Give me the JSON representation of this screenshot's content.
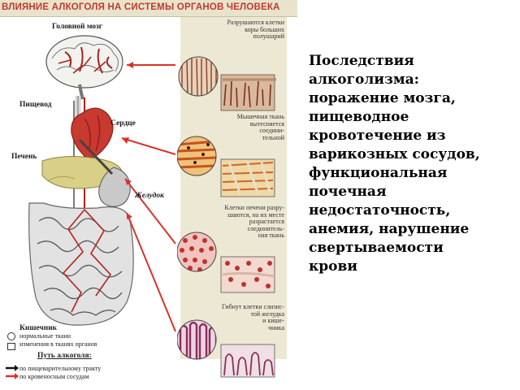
{
  "poster": {
    "title": "ВЛИЯНИЕ АЛКОГОЛЯ НА СИСТЕМЫ ОРГАНОВ ЧЕЛОВЕКА",
    "organs": {
      "brain": "Головной мозг",
      "esophagus": "Пищевод",
      "heart": "Сердце",
      "liver": "Печень",
      "stomach": "Желудок",
      "intestine": "Кишечник"
    },
    "descriptions": {
      "brain": [
        "Разрушаются клетки",
        "коры больших",
        "полушарий"
      ],
      "heart": [
        "Мышечная ткань",
        "вытесняется",
        "соедини-",
        "тельной"
      ],
      "liver": [
        "Клетки печени разру-",
        "шаются, на их месте",
        "разрастается",
        "соединитель-",
        "ная ткань"
      ],
      "stomach": [
        "Гибнут клетки слизис-",
        "той желудка",
        "и кише-",
        "чника"
      ]
    },
    "legend": {
      "title": "Кишечник",
      "normal": "нормальные ткани",
      "changed": "изменения в тканях органов",
      "path_title": "Путь алкоголя:",
      "digestive": "по пищеварительному тракту",
      "blood": "по кровеносным сосудам"
    }
  },
  "text": {
    "lines": [
      "Последствия",
      "алкоголизма:",
      "поражение мозга,",
      "пищеводное",
      "кровотечение из",
      "варикозных сосудов,",
      "функциональная",
      "почечная",
      "недостаточность,",
      "анемия, нарушение",
      "свертываемости",
      "крови"
    ]
  },
  "colors": {
    "title": "#c13a2e",
    "arrow": "#d9332b",
    "vessel": "#b3221a",
    "panel": "#ede8d4"
  }
}
